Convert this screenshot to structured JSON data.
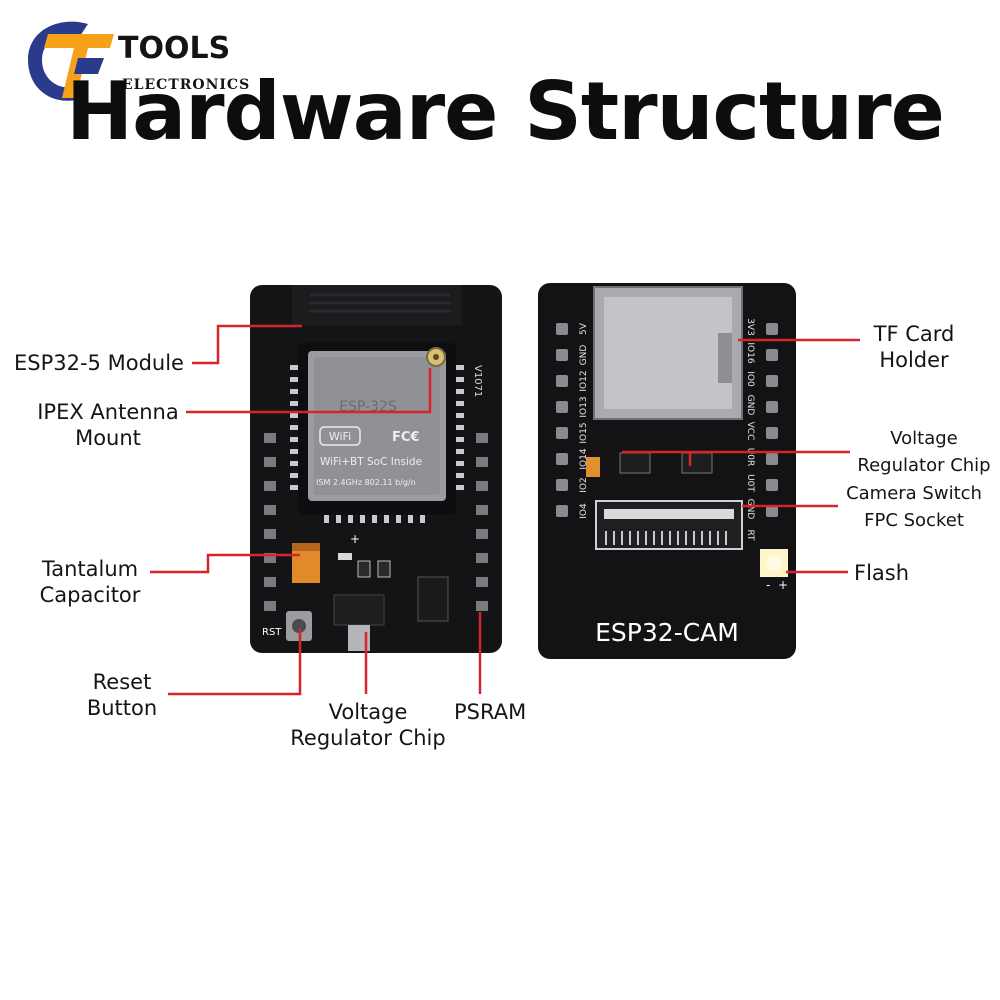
{
  "brand": {
    "name": "TOOLS",
    "sub": "ELECTRONICS",
    "colors": {
      "blue": "#2a3a8c",
      "orange": "#f5a21a",
      "purple": "#6b4fa0"
    }
  },
  "title": "Hardware Structure",
  "accent_color": "#d8232a",
  "labels": {
    "esp32_module": "ESP32-5 Module",
    "ipex_line1": "IPEX Antenna",
    "ipex_line2": "Mount",
    "tantalum_line1": "Tantalum",
    "tantalum_line2": "Capacitor",
    "reset_line1": "Reset",
    "reset_line2": "Button",
    "vreg_bottom_line1": "Voltage",
    "vreg_bottom_line2": "Regulator Chip",
    "psram": "PSRAM",
    "tf_line1": "TF Card",
    "tf_line2": "Holder",
    "vreg_right_line1": "Voltage",
    "vreg_right_line2": "Regulator Chip",
    "camera_line1": "Camera Switch",
    "camera_line2": "FPC Socket",
    "flash": "Flash"
  },
  "board_front": {
    "module_name": "ESP-32S",
    "wifi": "WiFi",
    "fcc": "FC€",
    "soc": "WiFi+BT SoC Inside",
    "spec": "ISM 2.4GHz  802.11 b/g/n",
    "version": "V1071",
    "rst": "RST",
    "plus": "+"
  },
  "board_back": {
    "name": "ESP32-CAM",
    "left_pins": [
      "IO4",
      "IO2",
      "IO14",
      "IO15",
      "IO13",
      "IO12",
      "GND",
      "5V"
    ],
    "right_pins": [
      "3V3",
      "IO16",
      "IO0",
      "GND",
      "VCC",
      "U0R",
      "U0T",
      "GND",
      "RT"
    ],
    "flash_minus": "-",
    "flash_plus": "+"
  }
}
